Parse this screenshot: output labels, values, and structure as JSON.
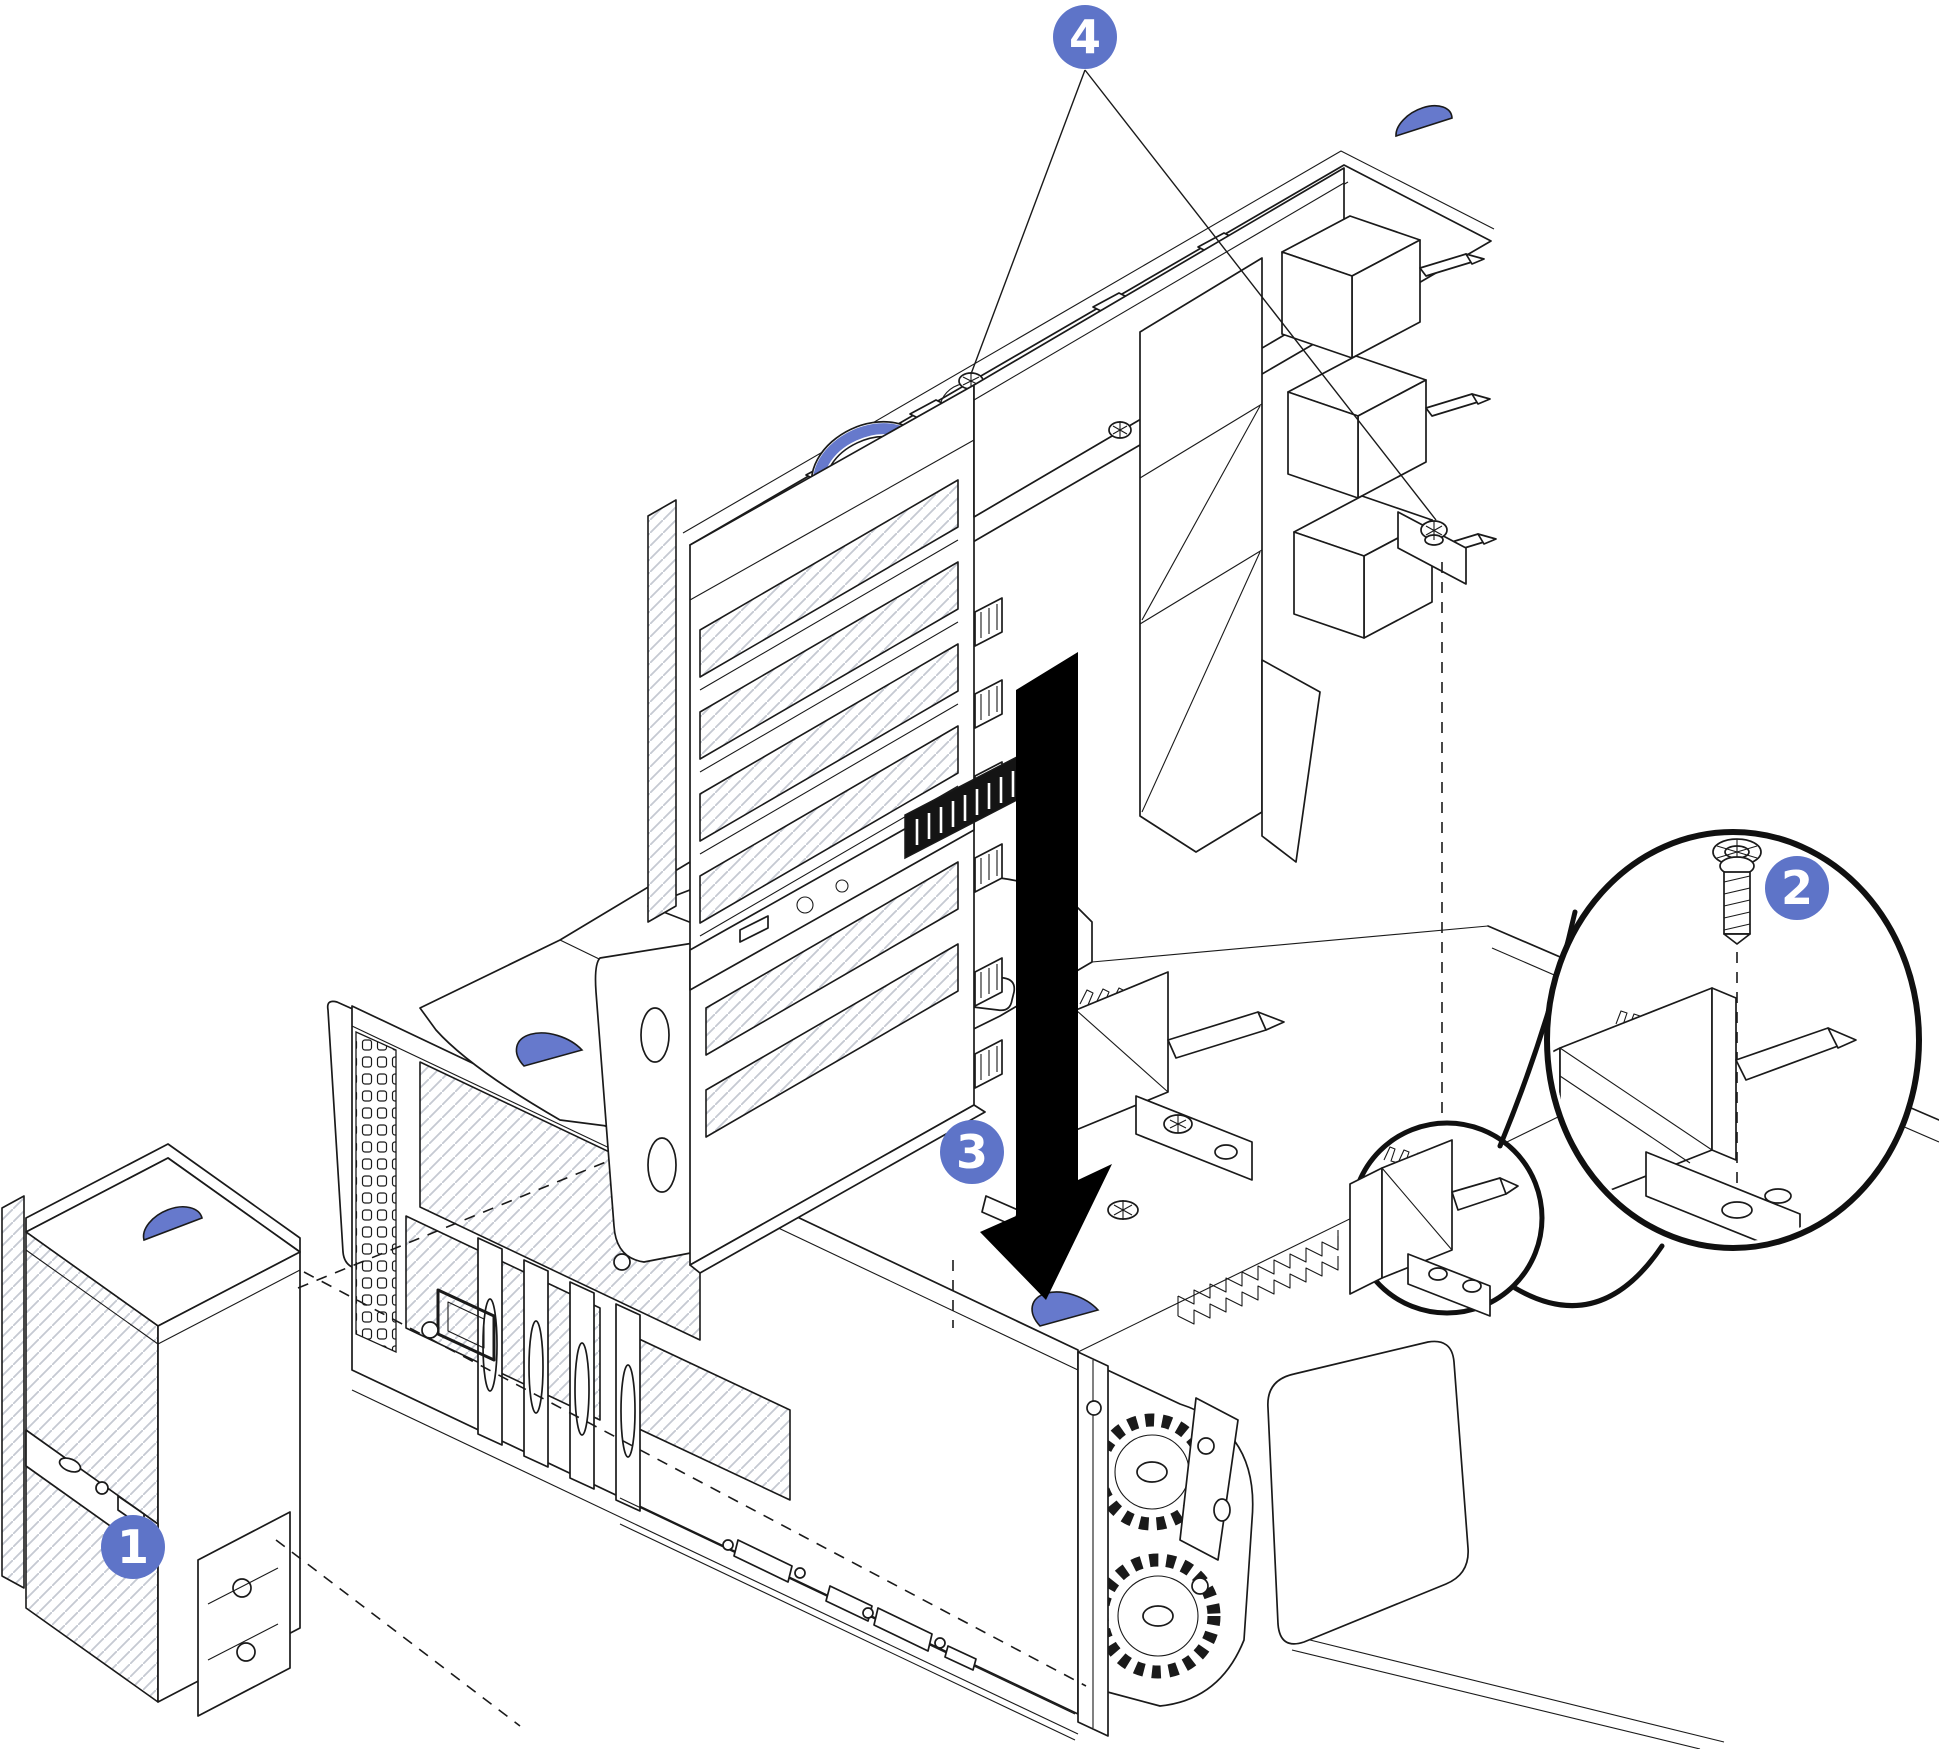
{
  "figure": {
    "background": "#ffffff",
    "kind": "hardware-installation-line-drawing"
  },
  "callouts": [
    {
      "label": "1"
    },
    {
      "label": "2"
    },
    {
      "label": "3"
    },
    {
      "label": "4"
    }
  ],
  "colors": {
    "line": "#1a1a1a",
    "callout_fill": "#5e74c8",
    "callout_text": "#ffffff",
    "touch_point": "#6679cc",
    "hatch": "#c5c9d2",
    "arrow": "#000000"
  }
}
